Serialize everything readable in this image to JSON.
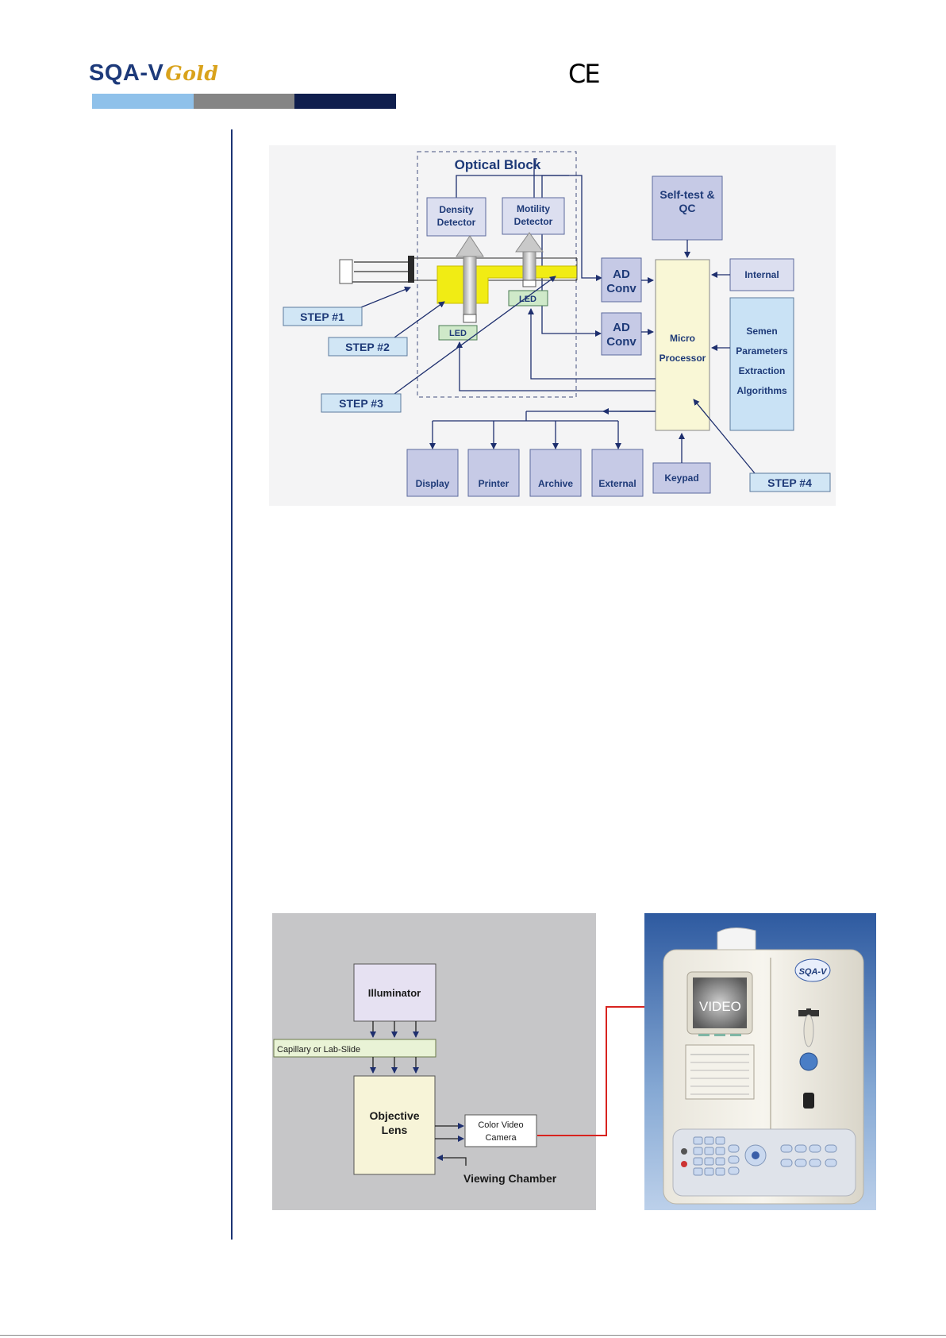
{
  "header": {
    "logo_main": "SQA-V",
    "logo_script": "Gold",
    "ce_mark": "CE",
    "band_colors": [
      "#8fc1ea",
      "#858585",
      "#0f1e4d"
    ]
  },
  "diagram1": {
    "title": "Optical Block",
    "density_detector": [
      "Density",
      "Detector"
    ],
    "motility_detector": [
      "Motility",
      "Detector"
    ],
    "led": "LED",
    "ad_conv": [
      "AD",
      "Conv"
    ],
    "self_test": [
      "Self-test &",
      "QC"
    ],
    "internal": "Internal",
    "micro_processor": [
      "Micro",
      "Processor"
    ],
    "semen_params": [
      "Semen",
      "Parameters",
      "Extraction",
      "Algorithms"
    ],
    "step1": "STEP #1",
    "step2": "STEP #2",
    "step3": "STEP #3",
    "step4": "STEP #4",
    "outputs": [
      "Display",
      "Printer",
      "Archive",
      "External"
    ],
    "keypad": "Keypad"
  },
  "diagram2": {
    "illuminator": "Illuminator",
    "capillary": "Capillary or Lab-Slide",
    "objective_lens": [
      "Objective",
      "Lens"
    ],
    "camera": [
      "Color Video",
      "Camera"
    ],
    "viewing_chamber": "Viewing Chamber"
  },
  "photo": {
    "video_label": "VIDEO",
    "badge": "SQA-V"
  }
}
